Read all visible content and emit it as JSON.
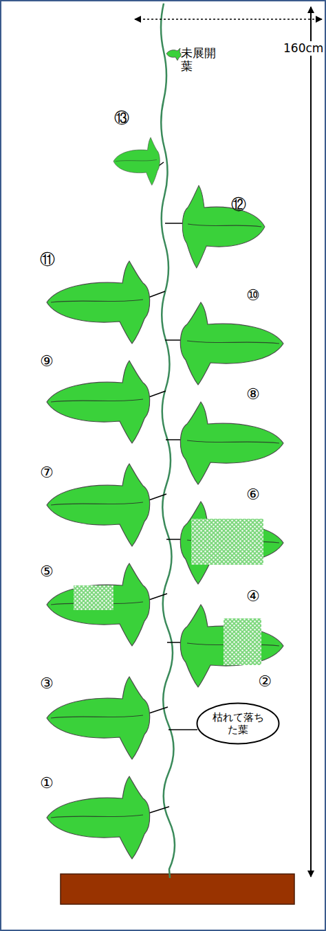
{
  "diagram": {
    "nodes": [
      {
        "text": [
          "②",
          "枯れて落ちた葉"
        ]
      }
    ],
    "labels": [
      "160cm",
      "未展開葉",
      "⑬",
      "⑫",
      "⑪",
      "⑩",
      "⑨",
      "⑧",
      "⑦",
      "⑥",
      "⑤",
      "④",
      "③",
      "①"
    ]
  }
}
